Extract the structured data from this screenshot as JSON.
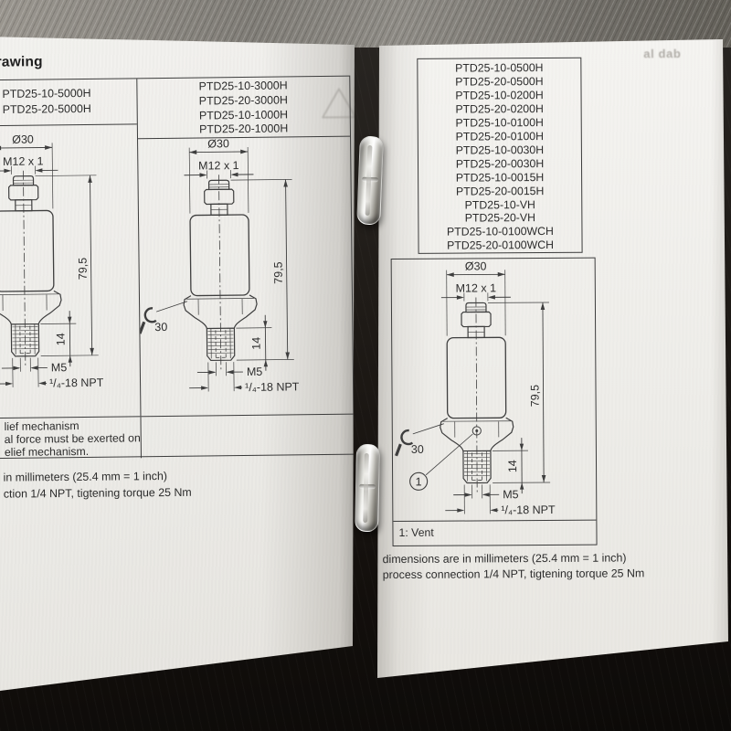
{
  "page_left": {
    "heading_fragment": "rawing",
    "table": {
      "col1_models": [
        "PTD25-10-5000H",
        "PTD25-20-5000H"
      ],
      "col2_models": [
        "PTD25-10-3000H",
        "PTD25-20-3000H",
        "PTD25-10-1000H",
        "PTD25-20-1000H"
      ],
      "note_fragments": [
        "lief mechanism",
        "al force must be exerted on",
        "elief mechanism."
      ]
    },
    "caption_fragments": [
      "in millimeters (25.4 mm = 1 inch)",
      "ction 1/4 NPT, tigtening torque 25 Nm"
    ]
  },
  "page_right": {
    "models": [
      "PTD25-10-0500H",
      "PTD25-20-0500H",
      "PTD25-10-0200H",
      "PTD25-20-0200H",
      "PTD25-10-0100H",
      "PTD25-20-0100H",
      "PTD25-10-0030H",
      "PTD25-20-0030H",
      "PTD25-10-0015H",
      "PTD25-20-0015H",
      "PTD25-10-VH",
      "PTD25-20-VH",
      "PTD25-10-0100WCH",
      "PTD25-20-0100WCH"
    ],
    "vent_legend": "1: Vent",
    "captions": [
      "dimensions are in millimeters (25.4 mm = 1 inch)",
      "process connection 1/4 NPT, tigtening torque 25 Nm"
    ],
    "showthrough_fragment": "al dab"
  },
  "drawing": {
    "dims": {
      "diameter": "Ø30",
      "top_thread": "M12 x 1",
      "overall_height": "79,5",
      "thread_length": "14",
      "vent_thread": "M5",
      "process_thread": "¹/₄-18 NPT",
      "wrench_size": "30",
      "vent_callout": "1"
    }
  },
  "colors": {
    "paper": "#f2f1ee",
    "ink": "#3c3c3c",
    "floor": "#14100d",
    "metal": "#8f8c86"
  }
}
